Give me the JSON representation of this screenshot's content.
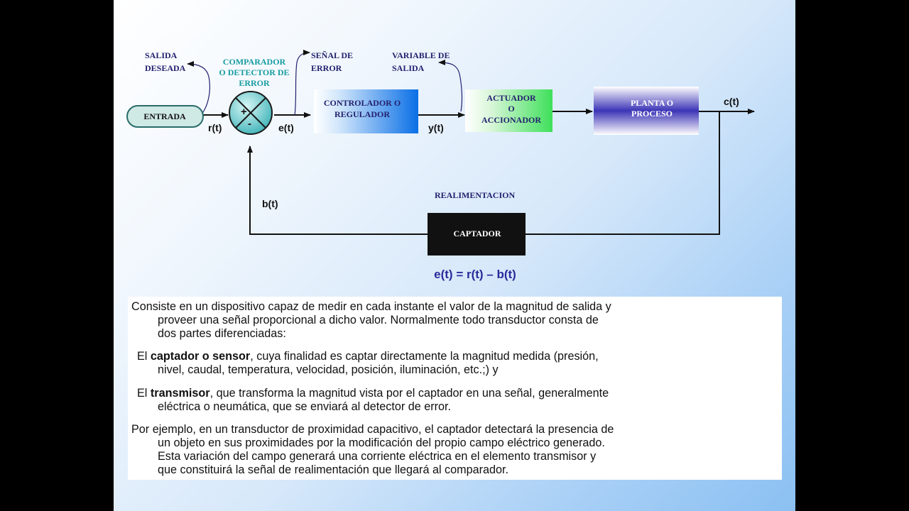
{
  "diagram": {
    "entrada": "ENTRADA",
    "salida_deseada": [
      "SALIDA",
      "DESEADA"
    ],
    "comparador": [
      "COMPARADOR",
      "O DETECTOR DE",
      "ERROR"
    ],
    "senal_error": [
      "SEÑAL DE",
      "ERROR"
    ],
    "variable_salida": [
      "VARIABLE DE",
      "SALIDA"
    ],
    "controlador": [
      "CONTROLADOR O",
      "REGULADOR"
    ],
    "actuador": [
      "ACTUADOR",
      "O",
      "ACCIONADOR"
    ],
    "planta": [
      "PLANTA O",
      "PROCESO"
    ],
    "realimentacion": "REALIMENTACION",
    "captador": "CAPTADOR",
    "signals": {
      "r": "r(t)",
      "e": "e(t)",
      "y": "y(t)",
      "c": "c(t)",
      "b": "b(t)"
    },
    "plus": "+",
    "minus": "-",
    "equation": "e(t) = r(t) – b(t)"
  },
  "text": {
    "p1": [
      "Consiste en un dispositivo capaz de medir en cada instante el valor de la magnitud de salida y",
      "proveer una señal proporcional a dicho valor. Normalmente  todo transductor consta de",
      "dos partes diferenciadas:"
    ],
    "p2_prefix": "El ",
    "p2_bold": "captador o sensor",
    "p2_rest": ", cuya finalidad es captar directamente la magnitud medida (presión,",
    "p2_line2": "nivel, caudal, temperatura, velocidad, posición, iluminación, etc.;) y",
    "p3_prefix": "El ",
    "p3_bold": "transmisor",
    "p3_rest": ", que transforma la magnitud vista por el captador en una señal, generalmente",
    "p3_line2": "eléctrica o neumática, que se enviará al detector de error.",
    "p4": [
      "Por ejemplo, en un transductor de proximidad capacitivo, el captador detectará la presencia de",
      "un objeto en sus proximidades por la modificación del propio campo eléctrico generado.",
      "Esta variación del campo generará una corriente eléctrica en el elemento transmisor y",
      "que constituirá la señal de realimentación que llegará al comparador."
    ]
  }
}
